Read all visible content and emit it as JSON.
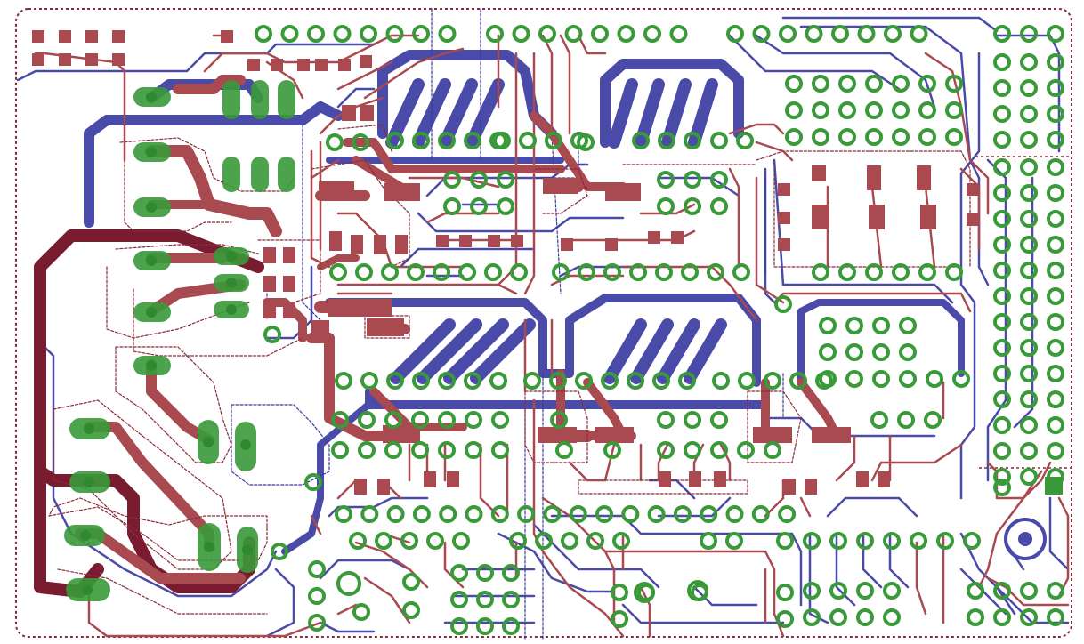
{
  "colors": {
    "background": "#ffffff",
    "top_copper": "#a84a50",
    "top_copper_dark": "#7a1c30",
    "bottom_copper": "#4a4aa8",
    "pad_ring": "#3a9a3a",
    "pad_fill": "#2f8a2f",
    "outline": "#8a2a3a",
    "keepout_blue": "#3a3aa0"
  },
  "layers": [
    "top-copper",
    "bottom-copper",
    "pads",
    "board-outline"
  ]
}
